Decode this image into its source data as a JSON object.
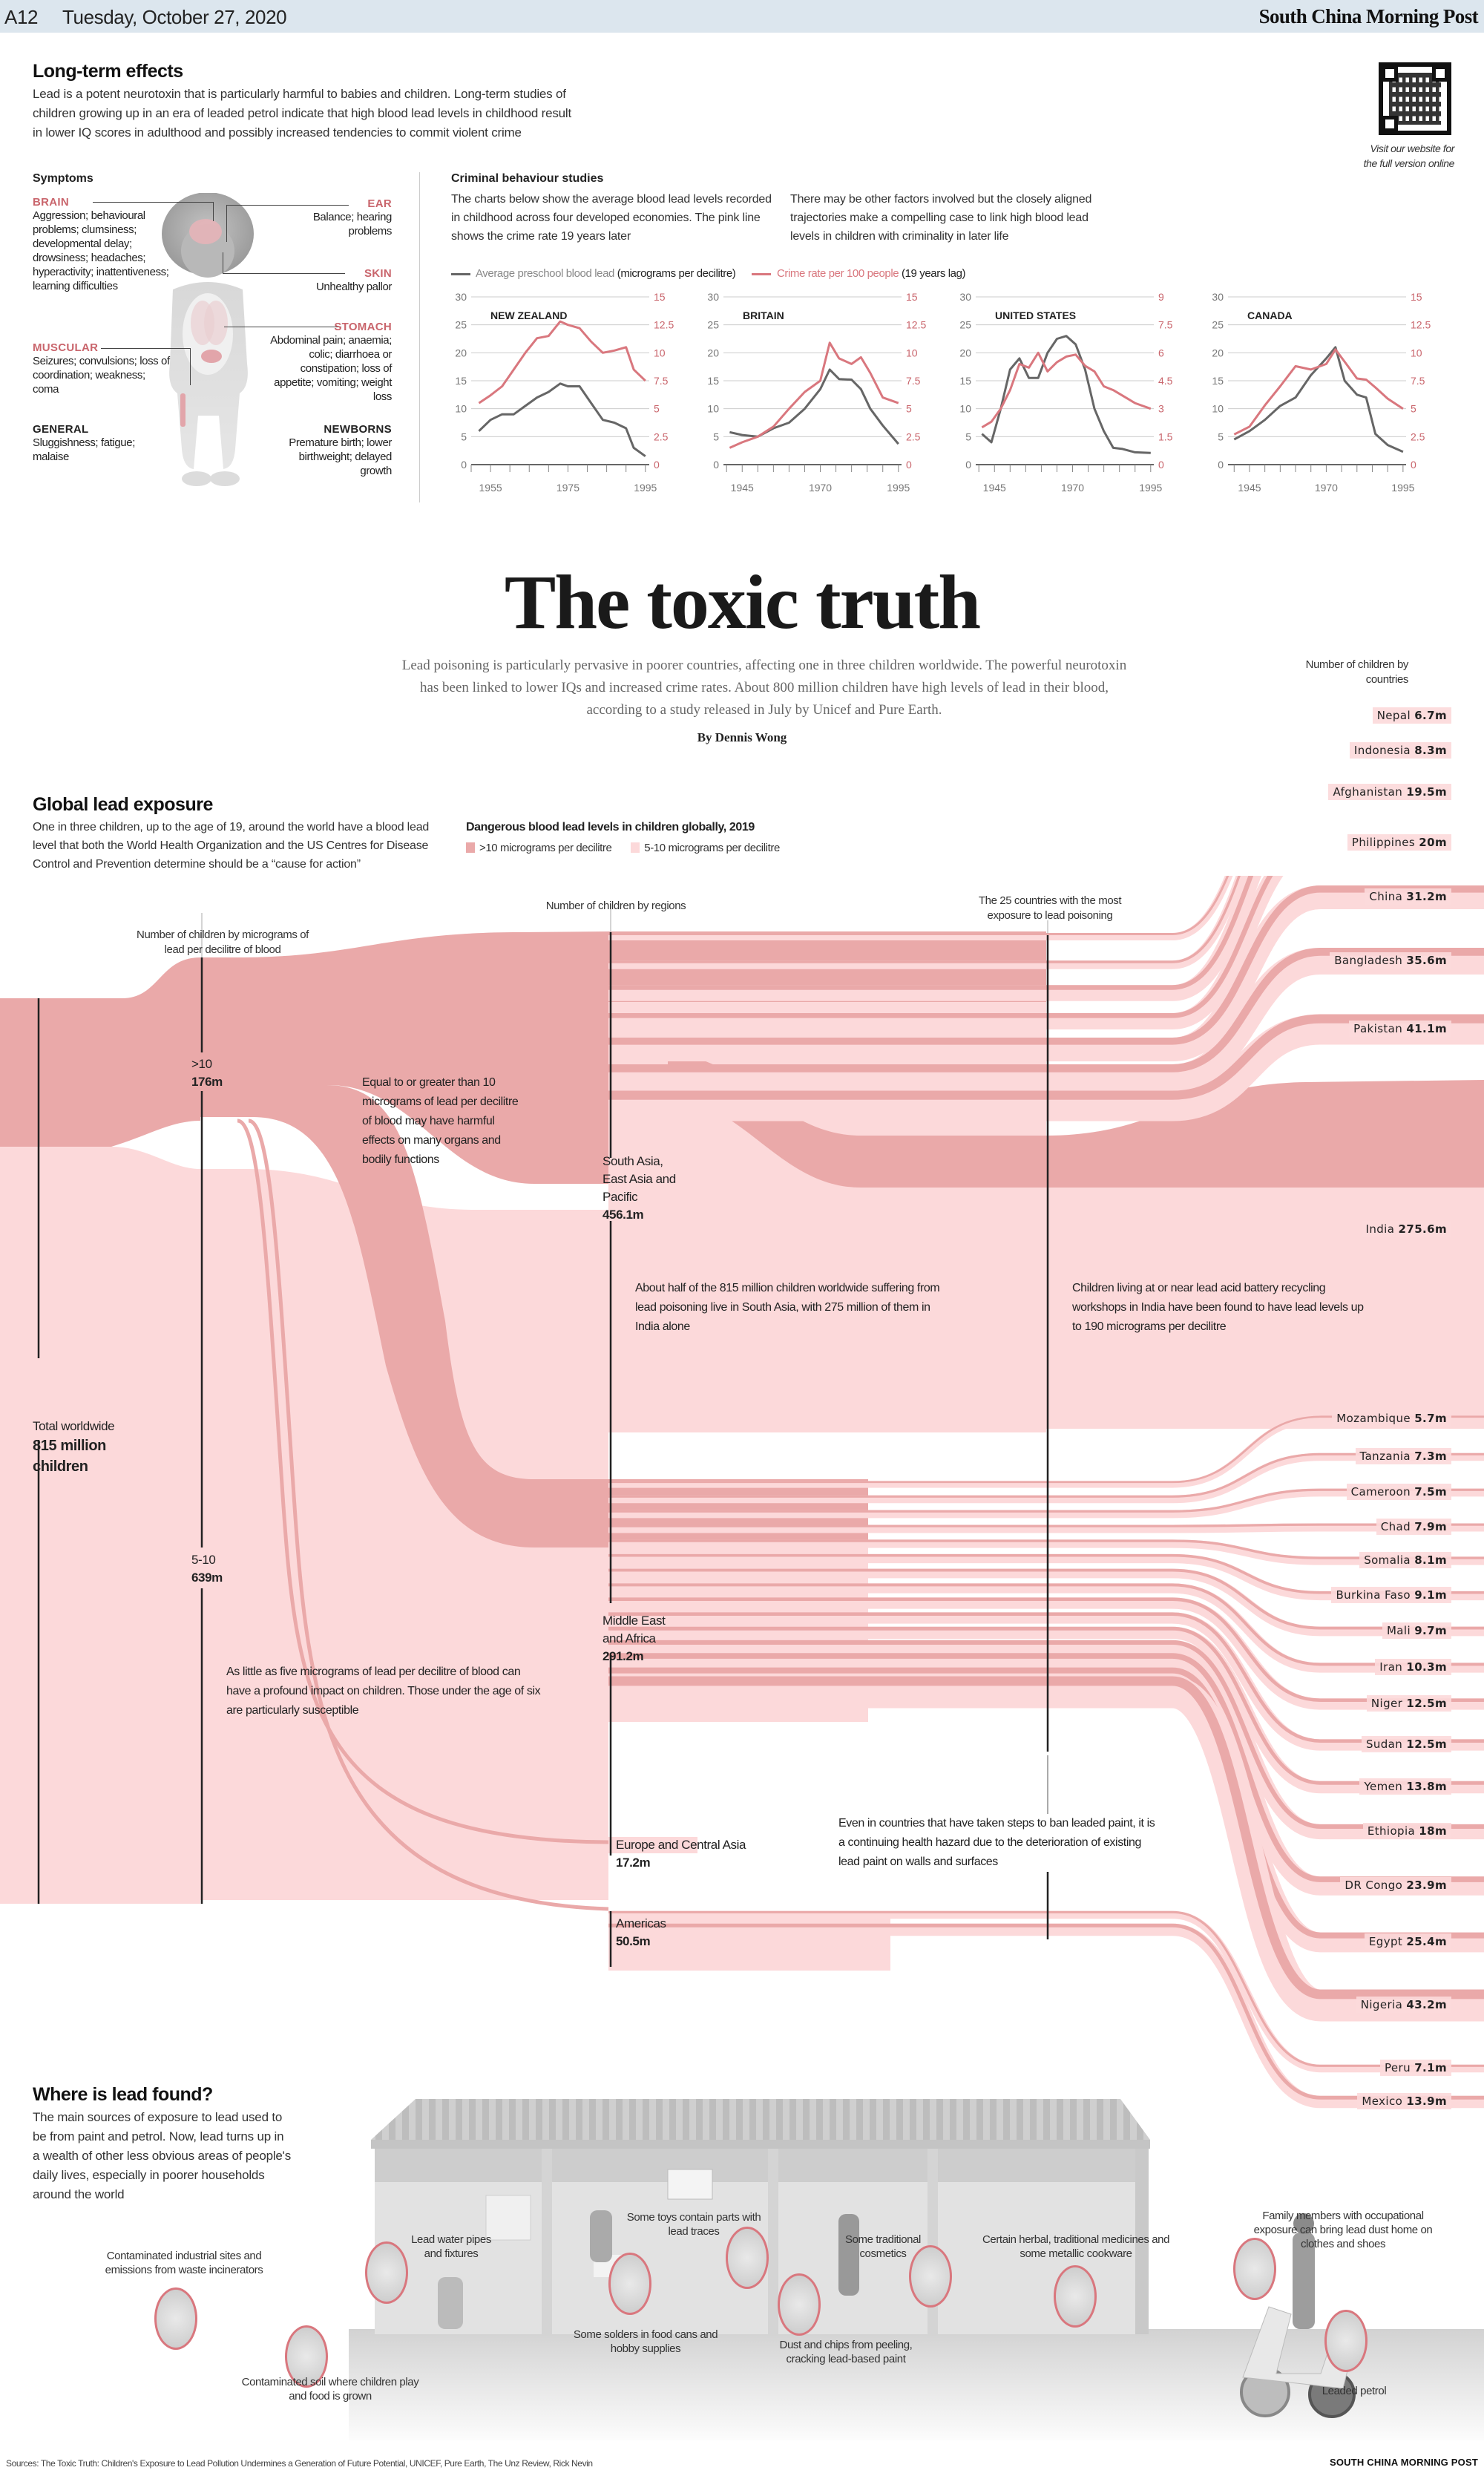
{
  "header": {
    "page": "A12",
    "date": "Tuesday, October 27, 2020",
    "masthead": "South China Morning Post",
    "header_color": "#dce6ee"
  },
  "qr": {
    "caption_line1": "Visit our website for",
    "caption_line2": "the full version online"
  },
  "long_term": {
    "title": "Long-term effects",
    "body": "Lead is a potent neurotoxin that is particularly harmful to babies and children. Long-term studies of children growing up in an era of leaded petrol indicate that high blood lead levels in childhood result in lower IQ scores in adulthood and possibly increased tendencies to commit violent crime"
  },
  "symptoms": {
    "title": "Symptoms",
    "items": [
      {
        "label": "BRAIN",
        "text": "Aggression; behavioural problems; clumsiness; developmental delay; drowsiness; headaches; hyperactivity; inattentiveness; learning difficulties"
      },
      {
        "label": "MUSCULAR",
        "text": "Seizures; convulsions; loss of coordination; weakness; coma"
      },
      {
        "label": "GENERAL",
        "text": "Sluggishness; fatigue; malaise"
      },
      {
        "label": "EAR",
        "text": "Balance; hearing problems"
      },
      {
        "label": "SKIN",
        "text": "Unhealthy pallor"
      },
      {
        "label": "STOMACH",
        "text": "Abdominal pain; anaemia; colic; diarrhoea or constipation; loss of appetite; vomiting; weight loss"
      },
      {
        "label": "NEWBORNS",
        "text": "Premature birth; lower birthweight; delayed growth"
      }
    ]
  },
  "criminal": {
    "title": "Criminal behaviour studies",
    "text1": "The charts below show the average blood lead levels recorded in childhood across four developed economies. The pink line shows the crime rate 19 years later",
    "text2": "There may be other factors involved but the closely aligned trajectories make a compelling case to link high blood lead levels in children with criminality in later life",
    "legend_lead": "Average preschool blood lead",
    "legend_lead_unit": "(micrograms per decilitre)",
    "legend_crime": "Crime rate per 100 people",
    "legend_crime_unit": "(19 years lag)",
    "lead_color": "#666666",
    "crime_color": "#d9777e"
  },
  "title": {
    "headline": "The toxic truth",
    "intro": "Lead poisoning is particularly pervasive in poorer countries, affecting one in three children worldwide. The powerful neurotoxin has been linked to lower IQs and increased crime rates. About 800 million children have high levels of lead in their blood, according to a study released in July by Unicef and Pure Earth.",
    "byline": "By Dennis Wong"
  },
  "global": {
    "title": "Global lead exposure",
    "body": "One in three children, up to the age of 19, around the world have a blood lead level that both the World Health Organization and the US Centres for Disease Control and Prevention determine should be a “cause for action”",
    "legend_title": "Dangerous blood lead levels in children globally, 2019",
    "legend_high": ">10 micrograms per decilitre",
    "legend_low": "5-10 micrograms per decilitre",
    "color_high": "#eaa9a9",
    "color_low": "#fcd9da"
  },
  "sankey": {
    "col_level_header": "Number of children by micrograms of lead per decilitre of blood",
    "col_region_header": "Number of children by regions",
    "col_top25_header": "The 25 countries with the most exposure to lead poisoning",
    "col_country_header": "Number of children by countries",
    "total_label": "Total worldwide",
    "total_value": "815 million children",
    "level_high_label": ">10",
    "level_high_value": "176m",
    "level_low_label": "5-10",
    "level_low_value": "639m",
    "note_high": "Equal to or greater than 10 micrograms of lead per decilitre of blood may have harmful effects on many organs and bodily functions",
    "note_low": "As little as five micrograms of lead per decilitre of blood can have a profound impact on children. Those under the age of six are particularly susceptible",
    "note_south_asia": "About half of the 815 million children worldwide suffering from lead poisoning live in South Asia, with 275 million of them in India alone",
    "note_india": "Children living at or near lead acid battery recycling workshops in India have been found to have lead levels up to 190 micrograms per decilitre",
    "note_paint": "Even in countries that have taken steps to ban leaded paint, it is a continuing health hazard due to the deterioration of existing lead paint on walls and surfaces",
    "regions": [
      {
        "name": "South Asia, East Asia and Pacific",
        "value": "456.1m"
      },
      {
        "name": "Middle East and Africa",
        "value": "291.2m"
      },
      {
        "name": "Europe and Central Asia",
        "value": "17.2m"
      },
      {
        "name": "Americas",
        "value": "50.5m"
      }
    ],
    "countries": [
      {
        "name": "Nepal",
        "value": "6.7m"
      },
      {
        "name": "Indonesia",
        "value": "8.3m"
      },
      {
        "name": "Afghanistan",
        "value": "19.5m"
      },
      {
        "name": "Philippines",
        "value": "20m"
      },
      {
        "name": "China",
        "value": "31.2m"
      },
      {
        "name": "Bangladesh",
        "value": "35.6m"
      },
      {
        "name": "Pakistan",
        "value": "41.1m"
      },
      {
        "name": "India",
        "value": "275.6m"
      },
      {
        "name": "Mozambique",
        "value": "5.7m"
      },
      {
        "name": "Tanzania",
        "value": "7.3m"
      },
      {
        "name": "Cameroon",
        "value": "7.5m"
      },
      {
        "name": "Chad",
        "value": "7.9m"
      },
      {
        "name": "Somalia",
        "value": "8.1m"
      },
      {
        "name": "Burkina Faso",
        "value": "9.1m"
      },
      {
        "name": "Mali",
        "value": "9.7m"
      },
      {
        "name": "Iran",
        "value": "10.3m"
      },
      {
        "name": "Niger",
        "value": "12.5m"
      },
      {
        "name": "Sudan",
        "value": "12.5m"
      },
      {
        "name": "Yemen",
        "value": "13.8m"
      },
      {
        "name": "Ethiopia",
        "value": "18m"
      },
      {
        "name": "DR Congo",
        "value": "23.9m"
      },
      {
        "name": "Egypt",
        "value": "25.4m"
      },
      {
        "name": "Nigeria",
        "value": "43.2m"
      },
      {
        "name": "Peru",
        "value": "7.1m"
      },
      {
        "name": "Mexico",
        "value": "13.9m"
      }
    ]
  },
  "where": {
    "title": "Where is lead found?",
    "body": "The main sources of exposure to lead used to be from paint and petrol. Now, lead turns up in a wealth of other less obvious areas of people's daily lives, especially in poorer households around the world",
    "captions": [
      "Contaminated industrial sites and emissions from waste incinerators",
      "Contaminated soil where children play and food is grown",
      "Lead water pipes and fixtures",
      "Some toys contain parts with lead traces",
      "Some solders in food cans and hobby supplies",
      "Some traditional cosmetics",
      "Dust and chips from peeling, cracking lead-based paint",
      "Certain herbal, traditional medicines and some metallic cookware",
      "Family members with occupational exposure can bring lead dust home on clothes and shoes",
      "Leaded petrol"
    ]
  },
  "footer": {
    "sources": "Sources: The Toxic Truth: Children's Exposure to Lead Pollution Undermines a Generation of Future Potential, UNICEF, Pure Earth, The Unz Review, Rick Nevin",
    "brand": "SOUTH CHINA MORNING POST"
  },
  "chart_data": [
    {
      "type": "line",
      "title": "New Zealand",
      "xlabel": "",
      "ylabel": "Average preschool blood lead (micrograms per decilitre)",
      "ylabel_right": "Crime rate per 100 people (19 years lag)",
      "ylim": [
        0,
        30
      ],
      "ylim_right": [
        0,
        15
      ],
      "x_ticks": [
        1955,
        1975,
        1995
      ],
      "y_ticks": [
        0,
        5,
        10,
        15,
        20,
        25,
        30
      ],
      "y_ticks_right": [
        0,
        2.5,
        5,
        7.5,
        10,
        12.5,
        15
      ],
      "x": [
        1952,
        1955,
        1958,
        1961,
        1964,
        1967,
        1970,
        1973,
        1975,
        1978,
        1981,
        1984,
        1987,
        1990,
        1992,
        1995
      ],
      "series": [
        {
          "name": "Blood lead",
          "axis": "left",
          "values": [
            6,
            8,
            9,
            9,
            10.5,
            12,
            13,
            14.5,
            14,
            14,
            11,
            8,
            7.5,
            6.5,
            3,
            1.5
          ]
        },
        {
          "name": "Crime rate",
          "axis": "right",
          "values": [
            5.5,
            6.2,
            7,
            8.5,
            10,
            11.3,
            11.5,
            12.8,
            12.5,
            12.2,
            11,
            10,
            10.2,
            10.5,
            8.5,
            7.5
          ]
        }
      ]
    },
    {
      "type": "line",
      "title": "Britain",
      "ylim": [
        0,
        30
      ],
      "ylim_right": [
        0,
        15
      ],
      "x_ticks": [
        1945,
        1970,
        1995
      ],
      "y_ticks": [
        0,
        5,
        10,
        15,
        20,
        25,
        30
      ],
      "y_ticks_right": [
        0,
        2.5,
        5,
        7.5,
        10,
        12.5,
        15
      ],
      "x": [
        1941,
        1945,
        1950,
        1955,
        1960,
        1965,
        1970,
        1973,
        1976,
        1980,
        1983,
        1986,
        1990,
        1995
      ],
      "series": [
        {
          "name": "Blood lead",
          "axis": "left",
          "values": [
            5.8,
            5.3,
            5,
            6.5,
            7.5,
            10,
            13.5,
            17,
            15.3,
            15.2,
            13.5,
            10,
            7,
            3.7
          ]
        },
        {
          "name": "Crime rate",
          "axis": "right",
          "values": [
            1.5,
            2,
            2.5,
            3.4,
            5,
            6.5,
            7.5,
            10.9,
            9.5,
            9,
            9.6,
            8.2,
            6,
            5.5
          ]
        }
      ]
    },
    {
      "type": "line",
      "title": "United States",
      "ylim": [
        0,
        30
      ],
      "ylim_right": [
        0,
        9
      ],
      "x_ticks": [
        1945,
        1970,
        1995
      ],
      "y_ticks": [
        0,
        5,
        10,
        15,
        20,
        25,
        30
      ],
      "y_ticks_right": [
        0,
        1.5,
        3,
        4.5,
        6,
        7.5,
        9
      ],
      "x": [
        1941,
        1944,
        1947,
        1950,
        1953,
        1956,
        1959,
        1962,
        1965,
        1968,
        1971,
        1974,
        1977,
        1980,
        1983,
        1986,
        1990,
        1995
      ],
      "series": [
        {
          "name": "Blood lead",
          "axis": "left",
          "values": [
            5.5,
            4,
            10,
            17,
            19,
            15.5,
            15.5,
            20,
            22.5,
            23,
            21.5,
            17,
            10,
            6,
            3,
            2.8,
            2.2,
            2.1
          ]
        },
        {
          "name": "Crime rate",
          "axis": "right",
          "values": [
            2,
            2.3,
            3,
            4,
            5.4,
            5.2,
            6,
            5,
            5.5,
            5.8,
            5.9,
            5.3,
            5,
            4.2,
            4,
            3.7,
            3.3,
            3
          ]
        }
      ]
    },
    {
      "type": "line",
      "title": "Canada",
      "ylim": [
        0,
        30
      ],
      "ylim_right": [
        0,
        15
      ],
      "x_ticks": [
        1945,
        1970,
        1995
      ],
      "y_ticks": [
        0,
        5,
        10,
        15,
        20,
        25,
        30
      ],
      "y_ticks_right": [
        0,
        2.5,
        5,
        7.5,
        10,
        12.5,
        15
      ],
      "x": [
        1940,
        1945,
        1950,
        1955,
        1960,
        1965,
        1970,
        1973,
        1976,
        1980,
        1983,
        1986,
        1990,
        1995
      ],
      "series": [
        {
          "name": "Blood lead",
          "axis": "left",
          "values": [
            4.5,
            6,
            8,
            10.5,
            12,
            16,
            19,
            21,
            15,
            12.5,
            12,
            5.5,
            3.5,
            2.3
          ]
        },
        {
          "name": "Crime rate",
          "axis": "right",
          "values": [
            2.7,
            3.4,
            5.3,
            7,
            8.8,
            8.5,
            9,
            10.3,
            9.2,
            7.7,
            7.6,
            6.9,
            5.9,
            5
          ]
        }
      ]
    },
    {
      "type": "sankey",
      "title": "Dangerous blood lead levels in children globally, 2019",
      "unit": "millions of children",
      "total": 815,
      "levels": [
        {
          "name": ">10 micrograms per decilitre",
          "value": 176
        },
        {
          "name": "5-10 micrograms per decilitre",
          "value": 639
        }
      ],
      "regions": [
        {
          "name": "South Asia, East Asia and Pacific",
          "value": 456.1
        },
        {
          "name": "Middle East and Africa",
          "value": 291.2
        },
        {
          "name": "Europe and Central Asia",
          "value": 17.2
        },
        {
          "name": "Americas",
          "value": 50.5
        }
      ],
      "countries": [
        {
          "name": "Nepal",
          "region": "South Asia, East Asia and Pacific",
          "value": 6.7
        },
        {
          "name": "Indonesia",
          "region": "South Asia, East Asia and Pacific",
          "value": 8.3
        },
        {
          "name": "Afghanistan",
          "region": "South Asia, East Asia and Pacific",
          "value": 19.5
        },
        {
          "name": "Philippines",
          "region": "South Asia, East Asia and Pacific",
          "value": 20
        },
        {
          "name": "China",
          "region": "South Asia, East Asia and Pacific",
          "value": 31.2
        },
        {
          "name": "Bangladesh",
          "region": "South Asia, East Asia and Pacific",
          "value": 35.6
        },
        {
          "name": "Pakistan",
          "region": "South Asia, East Asia and Pacific",
          "value": 41.1
        },
        {
          "name": "India",
          "region": "South Asia, East Asia and Pacific",
          "value": 275.6
        },
        {
          "name": "Mozambique",
          "region": "Middle East and Africa",
          "value": 5.7
        },
        {
          "name": "Tanzania",
          "region": "Middle East and Africa",
          "value": 7.3
        },
        {
          "name": "Cameroon",
          "region": "Middle East and Africa",
          "value": 7.5
        },
        {
          "name": "Chad",
          "region": "Middle East and Africa",
          "value": 7.9
        },
        {
          "name": "Somalia",
          "region": "Middle East and Africa",
          "value": 8.1
        },
        {
          "name": "Burkina Faso",
          "region": "Middle East and Africa",
          "value": 9.1
        },
        {
          "name": "Mali",
          "region": "Middle East and Africa",
          "value": 9.7
        },
        {
          "name": "Iran",
          "region": "Middle East and Africa",
          "value": 10.3
        },
        {
          "name": "Niger",
          "region": "Middle East and Africa",
          "value": 12.5
        },
        {
          "name": "Sudan",
          "region": "Middle East and Africa",
          "value": 12.5
        },
        {
          "name": "Yemen",
          "region": "Middle East and Africa",
          "value": 13.8
        },
        {
          "name": "Ethiopia",
          "region": "Middle East and Africa",
          "value": 18
        },
        {
          "name": "DR Congo",
          "region": "Middle East and Africa",
          "value": 23.9
        },
        {
          "name": "Egypt",
          "region": "Middle East and Africa",
          "value": 25.4
        },
        {
          "name": "Nigeria",
          "region": "Middle East and Africa",
          "value": 43.2
        },
        {
          "name": "Peru",
          "region": "Americas",
          "value": 7.1
        },
        {
          "name": "Mexico",
          "region": "Americas",
          "value": 13.9
        }
      ]
    }
  ]
}
